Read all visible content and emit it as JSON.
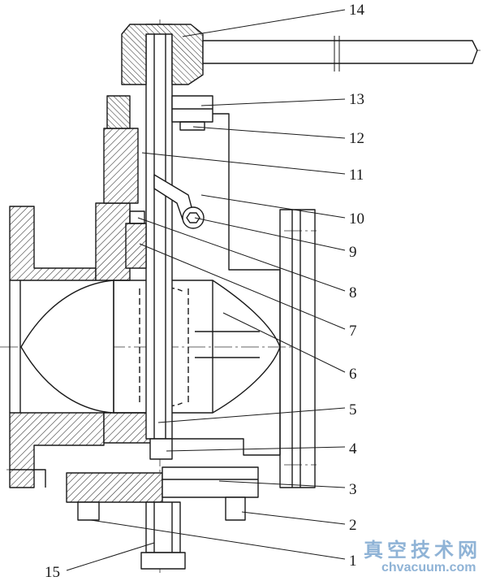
{
  "diagram": {
    "callouts": [
      {
        "id": "14",
        "label": "14"
      },
      {
        "id": "13",
        "label": "13"
      },
      {
        "id": "12",
        "label": "12"
      },
      {
        "id": "11",
        "label": "11"
      },
      {
        "id": "10",
        "label": "10"
      },
      {
        "id": "9",
        "label": "9"
      },
      {
        "id": "8",
        "label": "8"
      },
      {
        "id": "7",
        "label": "7"
      },
      {
        "id": "6",
        "label": "6"
      },
      {
        "id": "5",
        "label": "5"
      },
      {
        "id": "4",
        "label": "4"
      },
      {
        "id": "3",
        "label": "3"
      },
      {
        "id": "2",
        "label": "2"
      },
      {
        "id": "1",
        "label": "1"
      },
      {
        "id": "15",
        "label": "15"
      }
    ]
  },
  "watermark": {
    "chinese": "真空技术网",
    "url": "chvacuum.com"
  }
}
